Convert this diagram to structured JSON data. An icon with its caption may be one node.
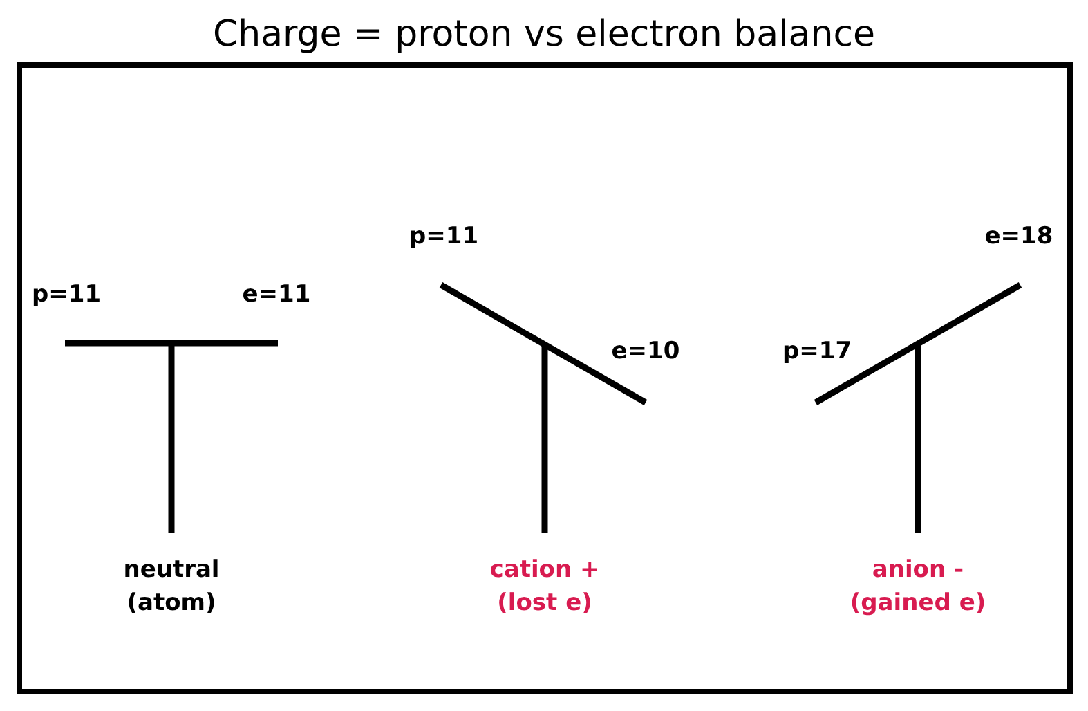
{
  "diagram": {
    "title": "Charge = proton vs electron balance",
    "labels": [
      "p=11",
      "e=11",
      "neutral (atom)",
      "p=11",
      "e=10",
      "cation + (lost e)",
      "p=17",
      "e=18",
      "anion - (gained e)"
    ]
  }
}
